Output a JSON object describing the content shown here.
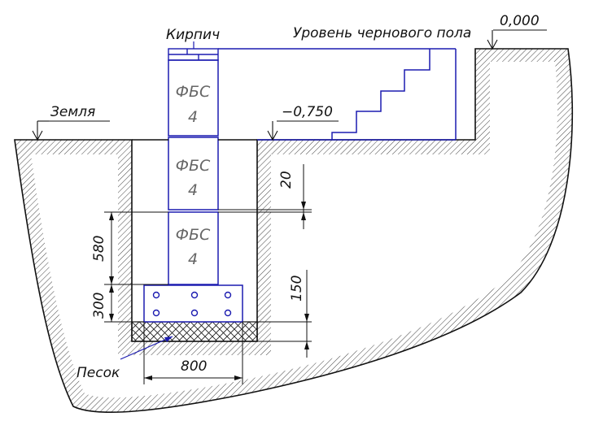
{
  "labels": {
    "brick": "Кирпич",
    "subfloor": "Уровень чернового пола",
    "zero": "0,000",
    "ground": "Земля",
    "level_minus": "−0,750",
    "sand": "Песок"
  },
  "blocks": [
    {
      "name": "ФБС",
      "num": "4"
    },
    {
      "name": "ФБС",
      "num": "4"
    },
    {
      "name": "ФБС",
      "num": "4"
    }
  ],
  "dimensions": {
    "d20": "20",
    "d580": "580",
    "d300": "300",
    "d150": "150",
    "d800": "800"
  },
  "colors": {
    "structure": "#1b1bb0",
    "line": "#111111",
    "hatch": "#444444"
  }
}
